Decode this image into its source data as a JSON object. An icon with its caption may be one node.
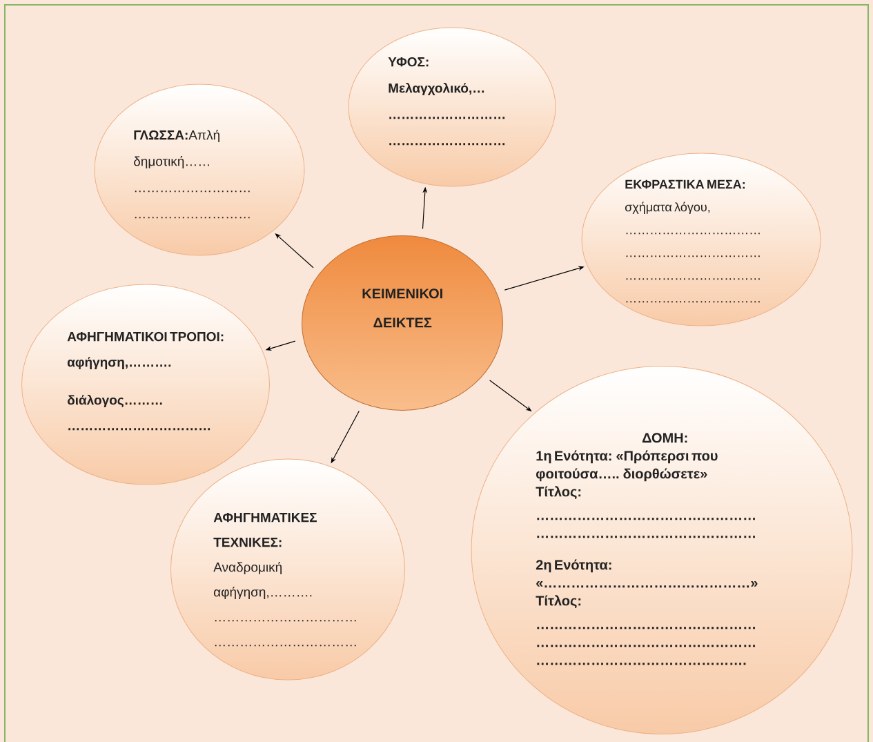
{
  "diagram": {
    "nodes": [
      {
        "text": [
          "ΥΦΟΣ:",
          "Μελαγχολικό,…",
          "………………………",
          "………………………"
        ]
      },
      {
        "text": [
          "**ΓΛΩΣΣΑ:**Απλή δημοτική……",
          "………………………",
          "………………………"
        ]
      },
      {
        "text": [
          "ΕΚΦΡΑΣΤΙΚΑ ΜΕΣΑ:",
          "σχήματα λόγου,",
          "……………………………",
          "……………………………",
          "……………………………",
          "……………………………"
        ]
      },
      {
        "text": [
          "ΚΕΙΜΕΝΙΚΟΙ ΔΕΙΚΤΕΣ"
        ]
      },
      {
        "text": [
          "ΑΦΗΓΗΜΑΤΙΚΟΙ ΤΡΟΠΟΙ:",
          "αφήγηση,……….",
          "διάλογος………",
          "……………………………"
        ]
      },
      {
        "text": [
          "ΑΦΗΓΗΜΑΤΙΚΕΣ ΤΕΧΝΙΚΕΣ:",
          "Αναδρομική αφήγηση,……….",
          "……………………………",
          "……………………………"
        ]
      },
      {
        "text": [
          "ΔΟΜΗ:",
          "1η Ενότητα: «Πρόπερσι που φοιτούσα….. διορθώσετε»",
          "Τίτλος:",
          "…………………………………………",
          "…………………………………………",
          "2η Ενότητα: «………………………………………»",
          "Τίτλος:",
          "…………………………………………",
          "…………………………………………",
          "………………………………………."
        ]
      }
    ],
    "edges": [
      {
        "from": 3,
        "to": 0,
        "arrow": "to"
      },
      {
        "from": 3,
        "to": 1,
        "arrow": "to"
      },
      {
        "from": 3,
        "to": 2,
        "arrow": "to"
      },
      {
        "from": 3,
        "to": 4,
        "arrow": "to"
      },
      {
        "from": 3,
        "to": 5,
        "arrow": "to"
      },
      {
        "from": 3,
        "to": 6,
        "arrow": "to"
      }
    ]
  }
}
